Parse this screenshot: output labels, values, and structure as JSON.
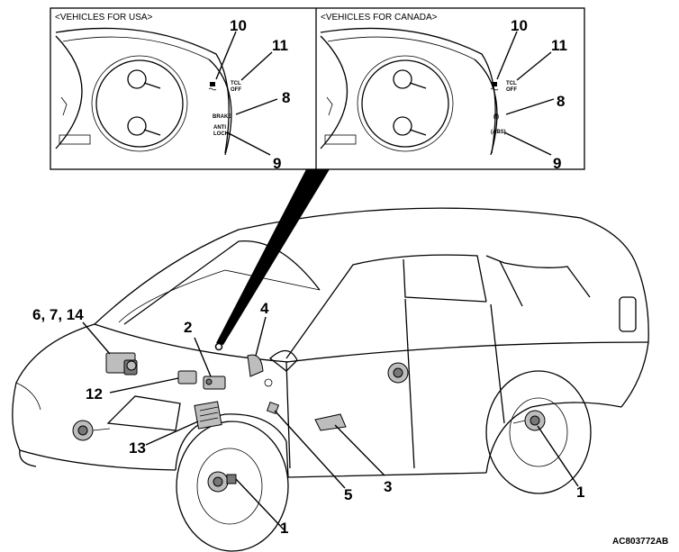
{
  "panels": {
    "usa_title": "<VEHICLES FOR USA>",
    "canada_title": "<VEHICLES FOR CANADA>"
  },
  "usa_indicators": {
    "tcl_line1": "TCL",
    "tcl_line2": "OFF",
    "brake": "BRAKE",
    "abs_line1": "ANTI",
    "abs_line2": "LOCK"
  },
  "canada_indicators": {
    "tcl_line1": "TCL",
    "tcl_line2": "OFF",
    "brake_symbol": "(!)",
    "abs_symbol": "(ABS)"
  },
  "callouts": {
    "usa": [
      "10",
      "11",
      "8",
      "9"
    ],
    "canada": [
      "10",
      "11",
      "8",
      "9"
    ],
    "vehicle": {
      "c6714": "6, 7, 14",
      "c2": "2",
      "c4": "4",
      "c12": "12",
      "c13": "13",
      "c1_front": "1",
      "c5": "5",
      "c3": "3",
      "c1_rear": "1"
    }
  },
  "doc_id": "AC803772AB"
}
